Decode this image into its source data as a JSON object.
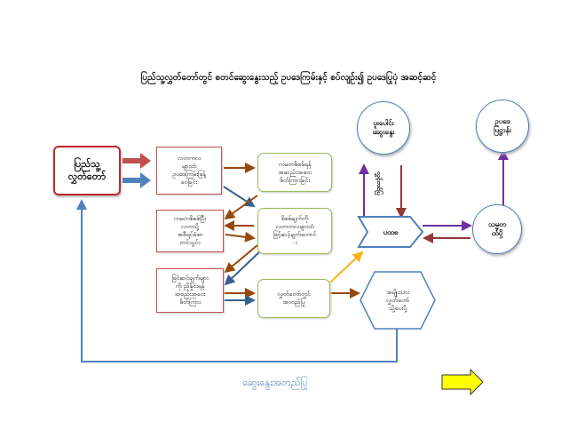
{
  "title": "ပြည်သူ့လွှတ်တော်တွင် စတင်ဆွေးနွေးသည့် ဥပဒေကြမ်းနှင့် စပ်လျဉ်း၍ ဥပဒေပြုပုံ အဆင့်ဆင့်",
  "nodes": {
    "parliament": "ပြည်သူ့\nလွှတ်တော်",
    "step1": "လတကလ\nများထံ\nဥပဒေကြမ်းဖြန့်\nဝေခြင်း",
    "step2": "ကမတစိစစ်ရန်\nအဆည်းအဝေး\nဖိတ်ကြားခြင်း",
    "step3": "ကမတစိစစ်ပြီး\nလတသို့\nအစီရင်ခံစာ\nတင်သွင်း",
    "step4": "စိစစ်ချက်ကို\nလတကလများထံ\nဖြင့်ဆင့်ချက်တောင်\nး",
    "step5": "ဖြင်ဆင်ချက်များ\nကို ညှိနှိုင်းရန်\nအစည်းအဝေး\nဖိတ်ကြား",
    "step6": "လွှတ်တော်တွင်\nအတည်ပြု",
    "national": "အမျိုးသား\nလွှတ်တော်\nသို့ပေးပို့",
    "joint": "ပူးပေါင်း\nဆွေးနွေး",
    "pyidaungsu": "ပထစ",
    "president": "သမ္မတ\nထံပို့",
    "law": "ဥပဒေ\nပြဋ္ဌာန်း",
    "vertical_label": "လွှင့်တင်ပြ",
    "footer": "ဆွေးနွေးအတည်ပြု"
  },
  "colors": {
    "red_arrow": "#c0504d",
    "blue_arrow": "#4f81bd",
    "brown_arrow": "#984807",
    "steel_arrow": "#376092",
    "gold_arrow": "#f5b41b",
    "purple_arrow": "#7030a0",
    "darkred_arrow": "#953735",
    "yellow_fill": "#ffff00"
  }
}
